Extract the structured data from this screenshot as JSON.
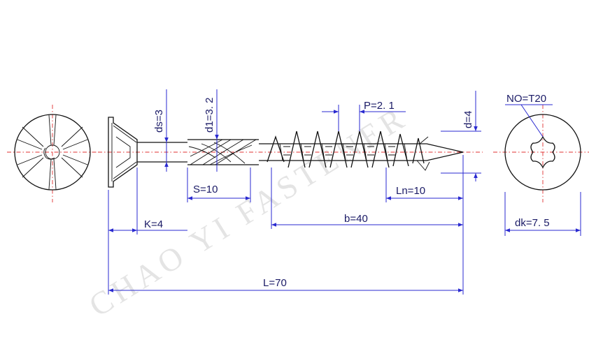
{
  "watermark": "CHAO YI FASTENER",
  "colors": {
    "outline": "#111111",
    "dimension": "#2a2ad0",
    "centerline": "#e03030",
    "text": "#1a1a66"
  },
  "dimensions": {
    "ds": "ds=3",
    "d1": "d1=3. 2",
    "p": "P=2. 1",
    "d": "d=4",
    "no": "NO=T20",
    "s": "S=10",
    "ln": "Ln=10",
    "k": "K=4",
    "b": "b=40",
    "dk": "dk=7. 5",
    "l": "L=70"
  },
  "views": {
    "left": "head-side-view",
    "main": "screw-profile",
    "right": "head-top-view-torx"
  }
}
